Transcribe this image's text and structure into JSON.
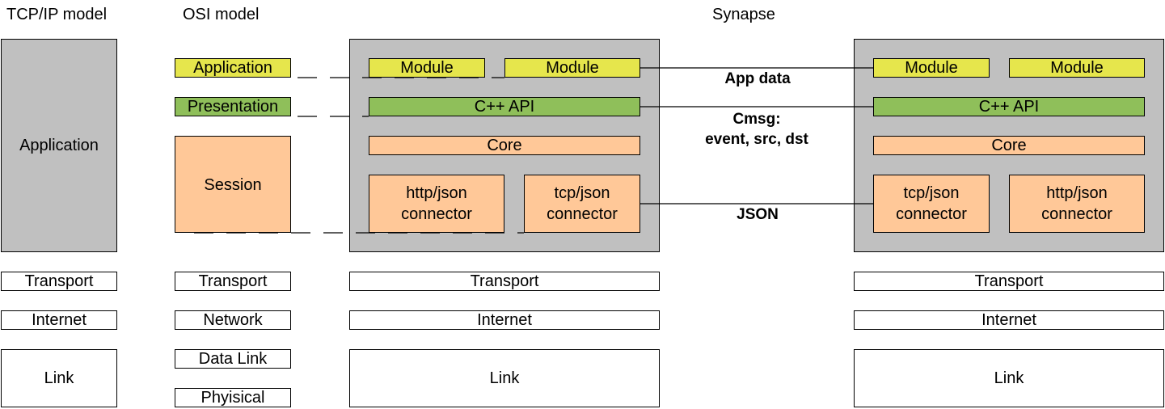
{
  "headers": {
    "tcpip": "TCP/IP model",
    "osi": "OSI model",
    "synapse": "Synapse"
  },
  "tcpip_layers": {
    "application": "Application",
    "transport": "Transport",
    "internet": "Internet",
    "link": "Link"
  },
  "osi_layers": {
    "application": "Application",
    "presentation": "Presentation",
    "session": "Session",
    "transport": "Transport",
    "network": "Network",
    "datalink": "Data Link",
    "physical": "Phyisical"
  },
  "left_stack": {
    "module1": "Module",
    "module2": "Module",
    "cpp_api": "C++ API",
    "core": "Core",
    "http_connector": "http/json\nconnector",
    "tcp_connector": "tcp/json\nconnector",
    "transport": "Transport",
    "internet": "Internet",
    "link": "Link"
  },
  "right_stack": {
    "module1": "Module",
    "module2": "Module",
    "cpp_api": "C++ API",
    "core": "Core",
    "tcp_connector": "tcp/json\nconnector",
    "http_connector": "http/json\nconnector",
    "transport": "Transport",
    "internet": "Internet",
    "link": "Link"
  },
  "connections": {
    "app_data": "App data",
    "cmsg": "Cmsg:\nevent, src, dst",
    "json": "JSON"
  },
  "colors": {
    "gray": "#c0c0c0",
    "yellow": "#e6e64c",
    "green": "#8fbf5a",
    "orange": "#ffc898"
  }
}
